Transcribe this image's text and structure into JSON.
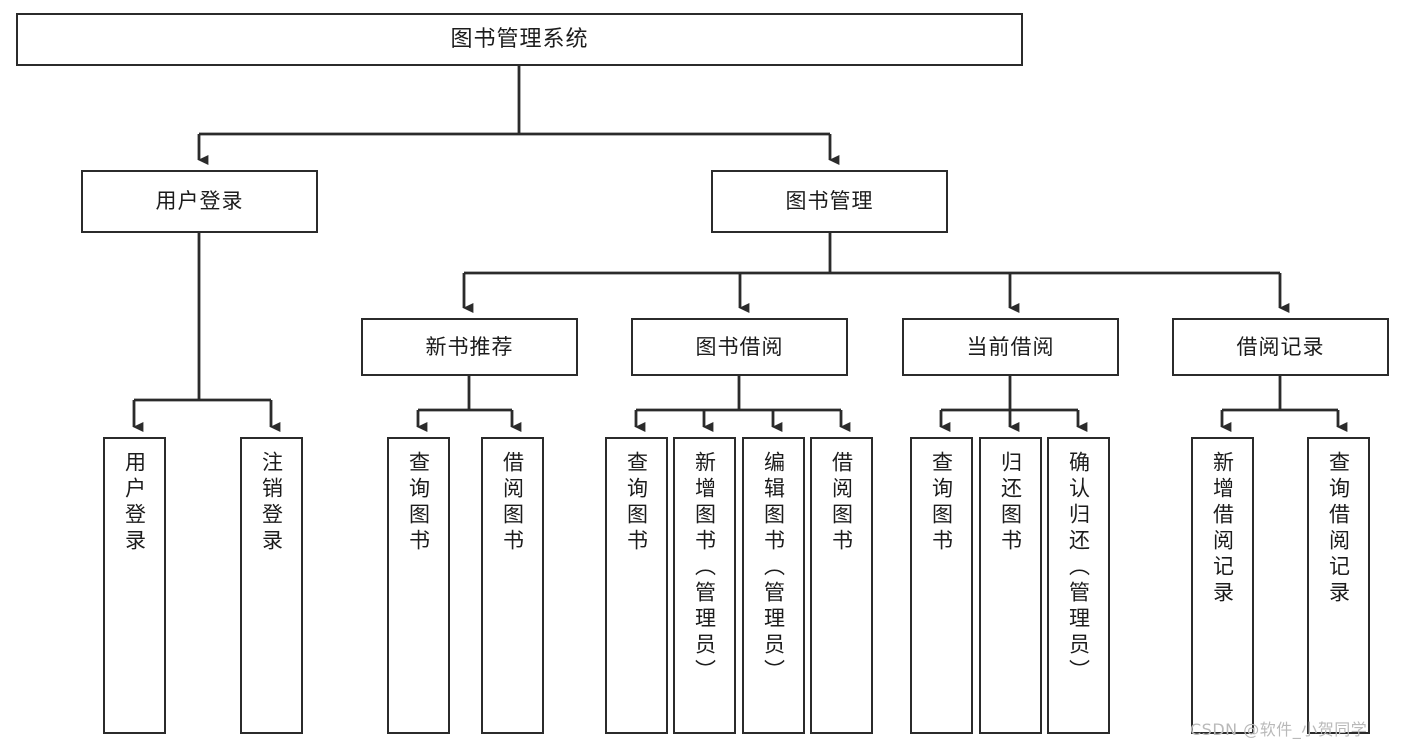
{
  "diagram": {
    "title": "图书管理系统",
    "type": "tree-hierarchy-chart",
    "watermark": "CSDN @软件_小贺同学",
    "colors": {
      "stroke": "#2b2b2b",
      "fill": "#ffffff",
      "text": "#1c1c1c",
      "watermark": "#b9b9b9"
    },
    "root": {
      "label": "图书管理系统"
    },
    "level2": [
      {
        "label": "用户登录"
      },
      {
        "label": "图书管理"
      }
    ],
    "level3": [
      {
        "label": "新书推荐"
      },
      {
        "label": "图书借阅"
      },
      {
        "label": "当前借阅"
      },
      {
        "label": "借阅记录"
      }
    ],
    "leaves": {
      "user_login": [
        {
          "label": "用户登录"
        },
        {
          "label": "注销登录"
        }
      ],
      "new_book": [
        {
          "label": "查询图书"
        },
        {
          "label": "借阅图书"
        }
      ],
      "borrow_book": [
        {
          "label": "查询图书"
        },
        {
          "label": "新增图书（管理员）"
        },
        {
          "label": "编辑图书（管理员）"
        },
        {
          "label": "借阅图书"
        }
      ],
      "current_borrow": [
        {
          "label": "查询图书"
        },
        {
          "label": "归还图书"
        },
        {
          "label": "确认归还（管理员）"
        }
      ],
      "borrow_record": [
        {
          "label": "新增借阅记录"
        },
        {
          "label": "查询借阅记录"
        }
      ]
    }
  }
}
